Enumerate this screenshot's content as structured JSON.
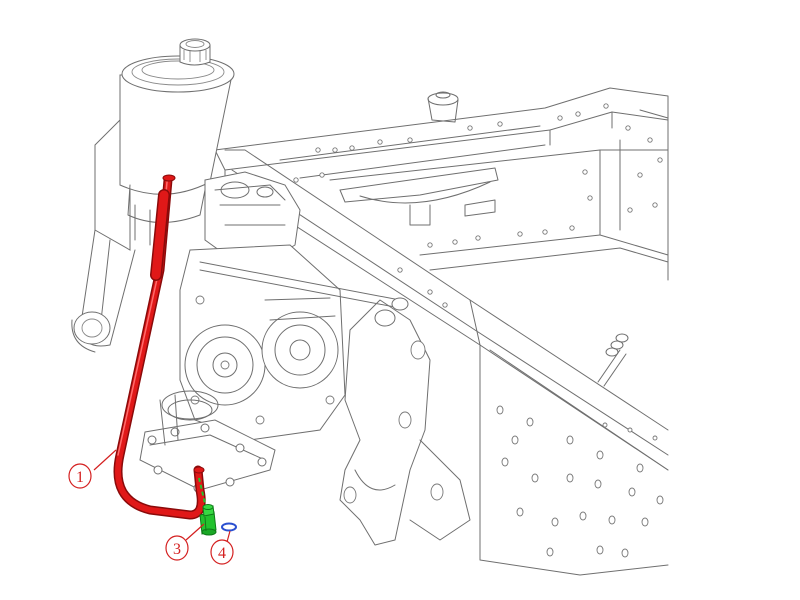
{
  "callouts": [
    {
      "id": "1",
      "label": "1",
      "part": "pipe"
    },
    {
      "id": "3",
      "label": "3",
      "part": "fitting"
    },
    {
      "id": "4",
      "label": "4",
      "part": "o-ring"
    }
  ],
  "colors": {
    "callout": "#d42020",
    "pipe": "#e01818",
    "pipe_dark": "#8a0a0a",
    "fitting": "#22c22e",
    "fitting_dark": "#0e7a18",
    "oring": "#2a4fd0",
    "leader": "#22c22e",
    "line_art": "#6f6f6f"
  }
}
